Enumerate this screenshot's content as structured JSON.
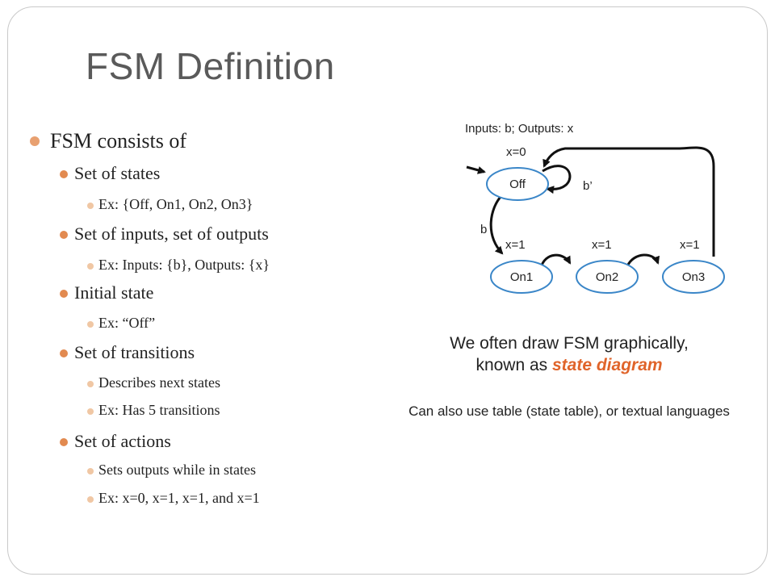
{
  "slide": {
    "title": "FSM Definition"
  },
  "bullets": {
    "b1": "FSM consists of",
    "b2": "Set of states",
    "b3": "Ex: {Off, On1, On2, On3}",
    "b4": "Set of inputs, set of outputs",
    "b5": "Ex: Inputs: {b}, Outputs: {x}",
    "b6": "Initial state",
    "b7": "Ex: “Off”",
    "b8": "Set of transitions",
    "b9": "Describes next states",
    "b10": "Ex: Has 5 transitions",
    "b11": "Set of actions",
    "b12": "Sets outputs while in states",
    "b13": "Ex: x=0, x=1, x=1, and x=1"
  },
  "diagram": {
    "io_label": "Inputs: b; Outputs: x",
    "states": {
      "off": "Off",
      "on1": "On1",
      "on2": "On2",
      "on3": "On3"
    },
    "outputs": {
      "off": "x=0",
      "on1": "x=1",
      "on2": "x=1",
      "on3": "x=1"
    },
    "transitions": {
      "self_loop": "b’",
      "off_to_on1": "b"
    },
    "colors": {
      "state_border": "#3a86c8",
      "accent": "#e0642a",
      "bullet_l1": "#e8a070",
      "bullet_l2": "#e28a50",
      "bullet_l3": "#f0c7a4"
    }
  },
  "captions": {
    "line1": "We often draw FSM graphically,",
    "line2_prefix": "known as ",
    "line2_emphasis": "state diagram",
    "note": "Can also use table (state table), or textual languages"
  }
}
